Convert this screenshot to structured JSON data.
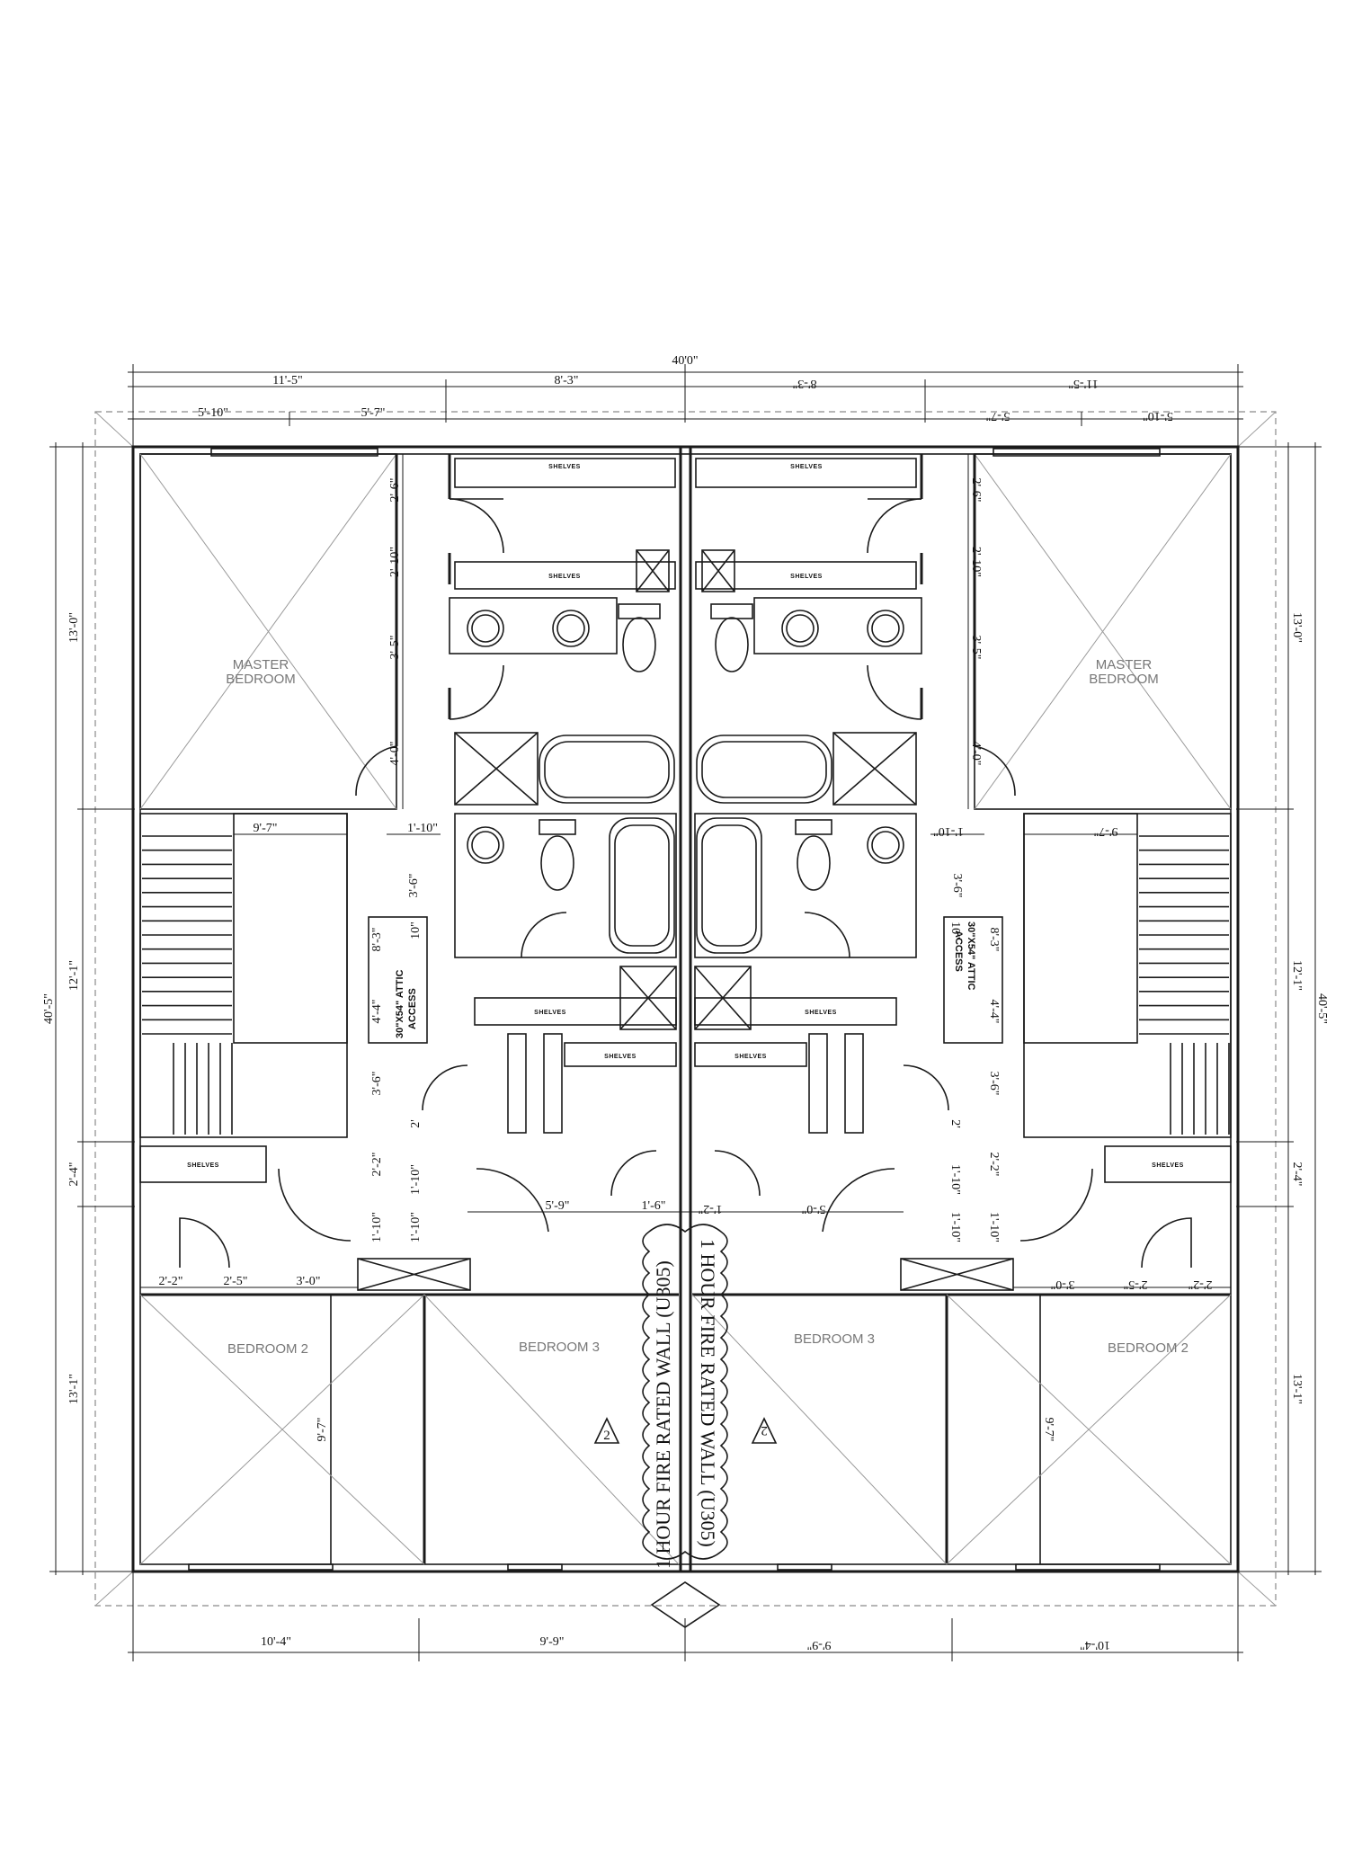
{
  "rooms": {
    "master_left": [
      "MASTER",
      "BEDROOM"
    ],
    "master_right": [
      "MASTER",
      "BEDROOM"
    ],
    "bed2_left": "BEDROOM 2",
    "bed3_left": "BEDROOM 3",
    "bed3_right": "BEDROOM 3",
    "bed2_right": "BEDROOM 2"
  },
  "fire_wall": {
    "left": "1 HOUR FIRE RATED WALL (U305)",
    "right": "1 HOUR FIRE RATED WALL (U305)",
    "revision_mark": "2"
  },
  "shelves_label": "SHELVES",
  "attic_label": [
    "30\"X54\" ATTIC",
    "ACCESS"
  ],
  "dims": {
    "overall_width": "40'0\"",
    "overall_depth": "40'-5\"",
    "top_row": [
      "11'-5\"",
      "8'-3\"",
      "8'-3\"",
      "11'-5\""
    ],
    "top_row2": [
      "5'-10\"",
      "5'-7\"",
      "5'-7\"",
      "5'-10\""
    ],
    "bottom_row": [
      "10'-4\"",
      "9'-9\"",
      "9'-9\"",
      "10'-4\""
    ],
    "side_left": [
      "13'-0\"",
      "12'-1\"",
      "2'-4\"",
      "13'-1\""
    ],
    "side_right": [
      "13'-0\"",
      "12'-1\"",
      "2'-4\"",
      "13'-1\""
    ],
    "closet_col": [
      "2'-6\"",
      "2'-10\"",
      "3'-5\"",
      "4'-0\""
    ],
    "stair_width": "9'-7\"",
    "hall_1_10": "1'-10\"",
    "bath_3_6": "3'-6\"",
    "attic_8_3": "8'-3\"",
    "attic_4_4": "4'-4\"",
    "attic_10": "10\"",
    "hall_3_6": "3'-6\"",
    "hall_2": "2'",
    "hall_2_2": "2'-2\"",
    "hall_1_10_b": "1'-10\"",
    "hall_1_10_c": "1'-10\"",
    "hall_1_10_d": "1'-10\"",
    "hall_5_9": "5'-9\"",
    "hall_1_6": "1'-6\"",
    "hall_5_0": "5'-0\"",
    "hall_1_2": "1'-2\"",
    "bed_row": [
      "2'-2\"",
      "2'-5\"",
      "3'-0\""
    ],
    "bed2_closet": "9'-7\""
  },
  "colors": {
    "line": "#1a1a1a",
    "room_label": "#777777",
    "dashed_roof": "#8a8a8a"
  }
}
